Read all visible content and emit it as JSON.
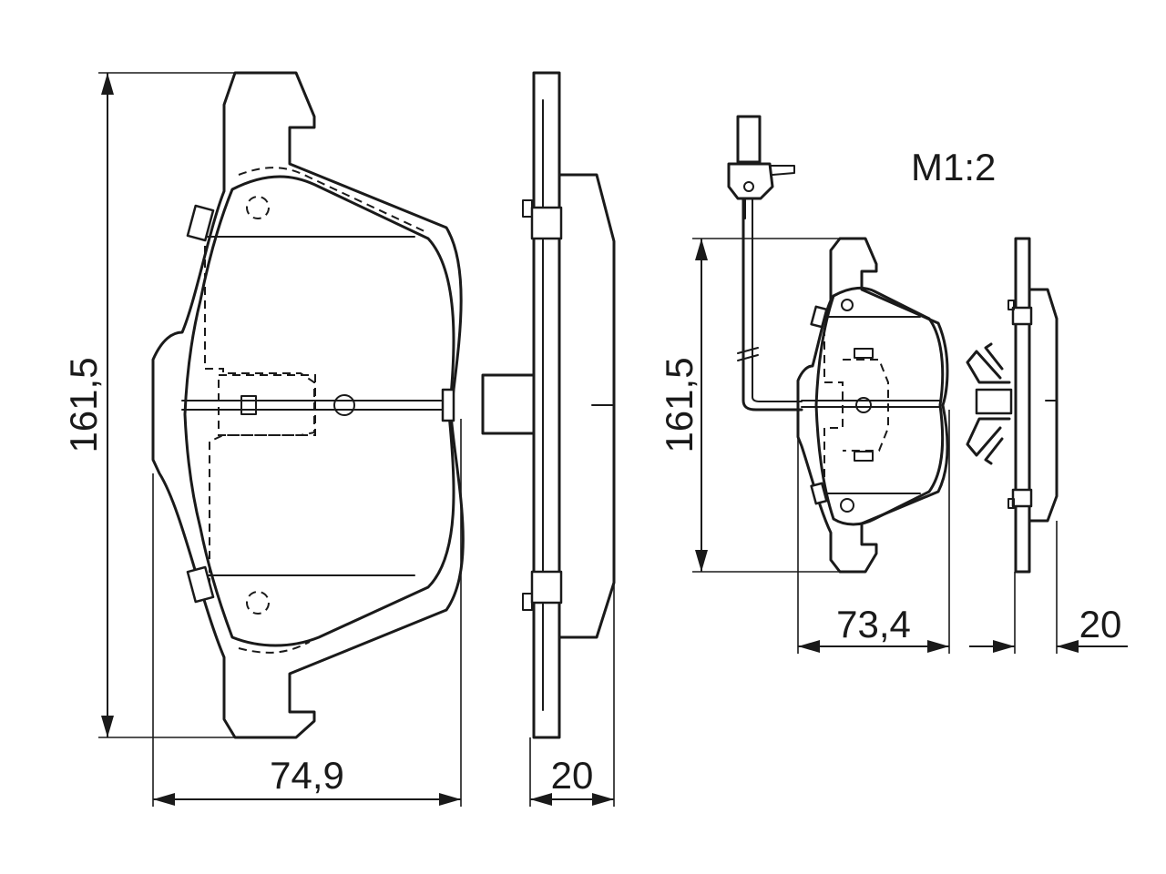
{
  "scale_label": "M1:2",
  "large_pad": {
    "height_label": "161,5",
    "width_label": "74,9",
    "thickness_label": "20"
  },
  "small_pad": {
    "height_label": "161,5",
    "width_label": "73,4",
    "thickness_label": "20"
  }
}
